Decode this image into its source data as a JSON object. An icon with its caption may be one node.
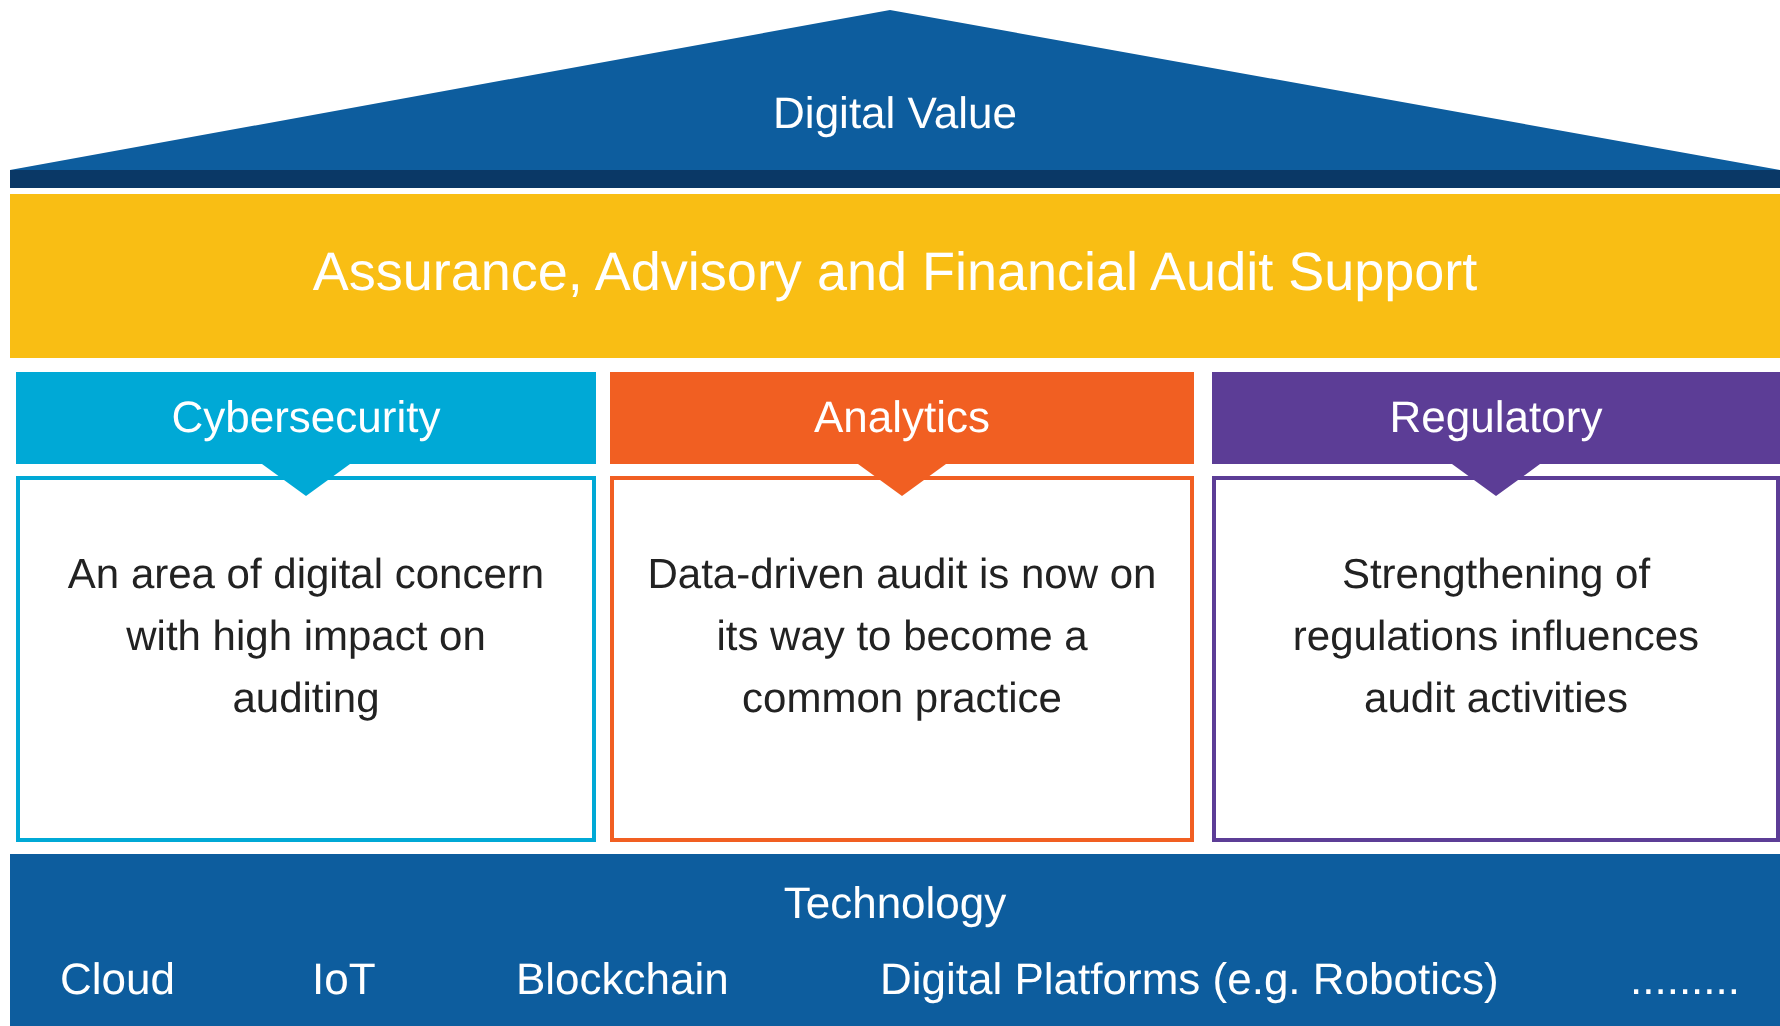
{
  "diagram": {
    "nodes": [
      {
        "text": [
          "Digital Value"
        ]
      },
      {
        "text": [
          "Assurance, Advisory and Financial Audit Support"
        ]
      },
      {
        "text": [
          "Cybersecurity"
        ]
      },
      {
        "text": [
          "An area of digital concern with high impact on auditing"
        ]
      },
      {
        "text": [
          "Analytics"
        ]
      },
      {
        "text": [
          "Data-driven audit is now on its way to become a common practice"
        ]
      },
      {
        "text": [
          "Regulatory"
        ]
      },
      {
        "text": [
          "Strengthening of regulations influences audit activities"
        ]
      },
      {
        "text": [
          "Technology",
          "Cloud",
          "IoT",
          "Blockchain",
          "Digital Platforms (e.g. Robotics)",
          "........."
        ]
      }
    ]
  }
}
